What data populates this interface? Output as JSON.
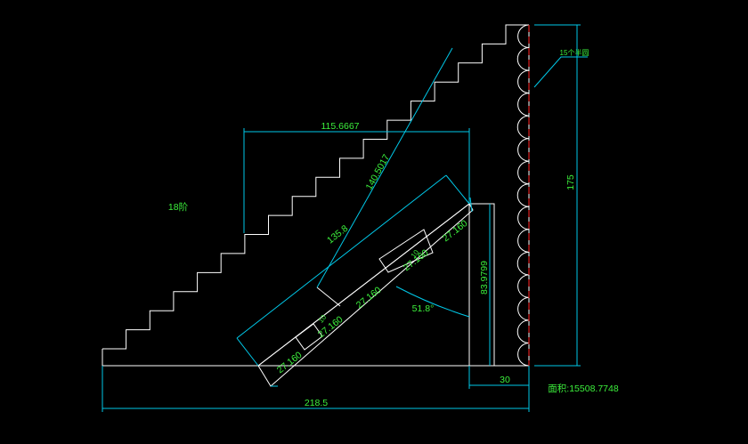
{
  "drawing": {
    "labels": {
      "total_width": "218.5",
      "horizontal_span": "115.6667",
      "height": "175",
      "wall_width": "30",
      "wall_height": "83.9799",
      "diagonal": "140.5017",
      "beam_length": "135.8",
      "angle": "51.8°",
      "segment_1": "27.160",
      "segment_2": "27.160",
      "segment_3": "27.160",
      "segment_4": "27.160",
      "segment_5": "27.160",
      "small_1": "10",
      "small_2": "10",
      "steps": "18阶",
      "pipe": "15个半圆",
      "area": "面积:15508.7748"
    }
  }
}
